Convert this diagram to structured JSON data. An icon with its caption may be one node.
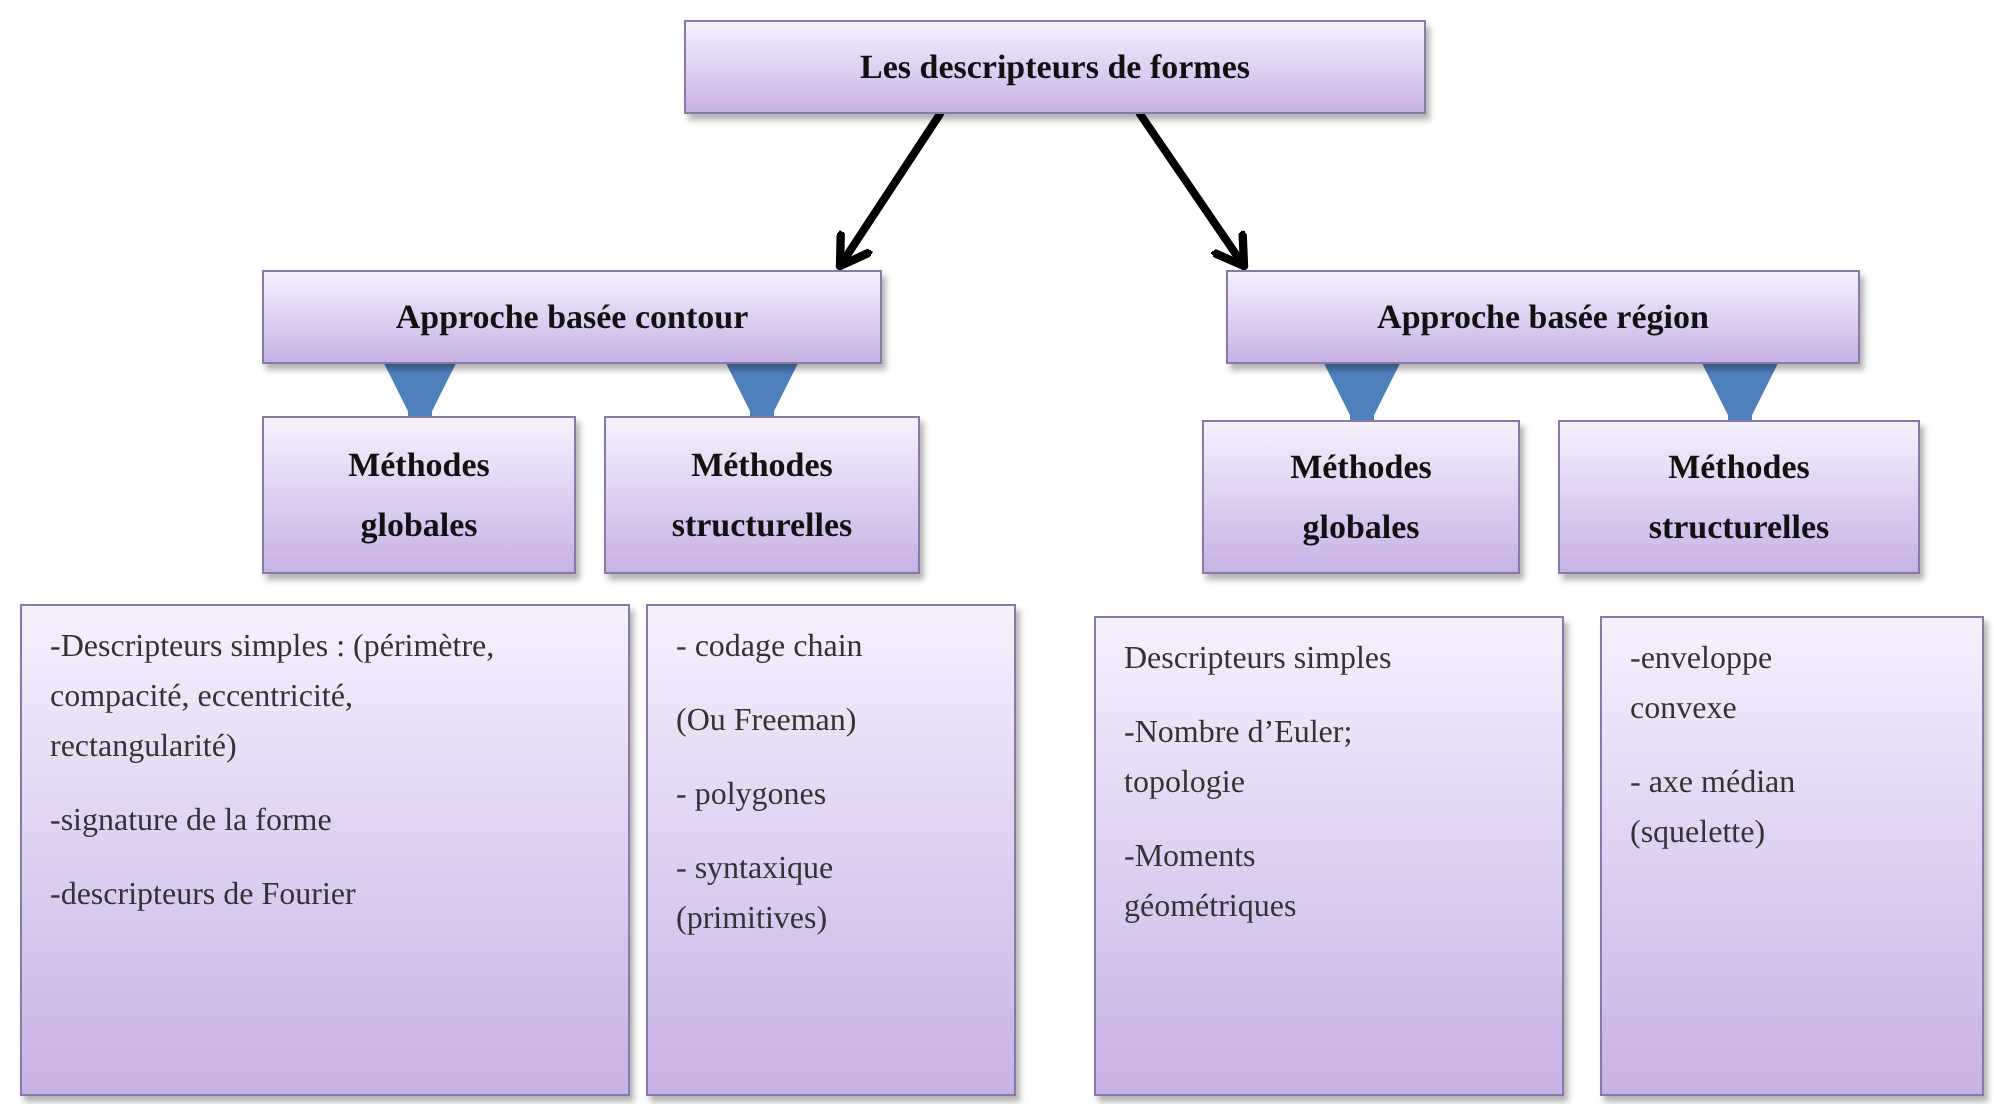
{
  "diagram": {
    "nodes": [
      {
        "text": [
          "Les descripteurs de formes"
        ]
      },
      {
        "text": [
          "Approche basée contour"
        ]
      },
      {
        "text": [
          "Approche basée région"
        ]
      },
      {
        "text": [
          "Méthodes globales"
        ]
      },
      {
        "text": [
          "Méthodes structurelles"
        ]
      },
      {
        "text": [
          "Méthodes globales"
        ]
      },
      {
        "text": [
          "Méthodes structurelles"
        ]
      },
      {
        "text": [
          "-Descripteurs simples : (périmètre, compacité, eccentricité, rectangularité)",
          "-signature de la forme",
          "-descripteurs de Fourier"
        ]
      },
      {
        "text": [
          "- codage chain",
          "(Ou Freeman)",
          "- polygones",
          "- syntaxique (primitives)"
        ]
      },
      {
        "text": [
          "Descripteurs simples",
          "-Nombre d’Euler; topologie",
          "-Moments géométriques"
        ]
      },
      {
        "text": [
          "-enveloppe convexe",
          "- axe médian (squelette)"
        ]
      }
    ],
    "edges": [
      {
        "from": 0,
        "to": 1,
        "arrow": "to",
        "color": "#000000"
      },
      {
        "from": 0,
        "to": 2,
        "arrow": "to",
        "color": "#000000"
      },
      {
        "from": 1,
        "to": 3,
        "arrow": "to"
      },
      {
        "from": 1,
        "to": 4,
        "arrow": "to"
      },
      {
        "from": 2,
        "to": 5,
        "arrow": "to"
      },
      {
        "from": 2,
        "to": 6,
        "arrow": "to"
      }
    ]
  }
}
